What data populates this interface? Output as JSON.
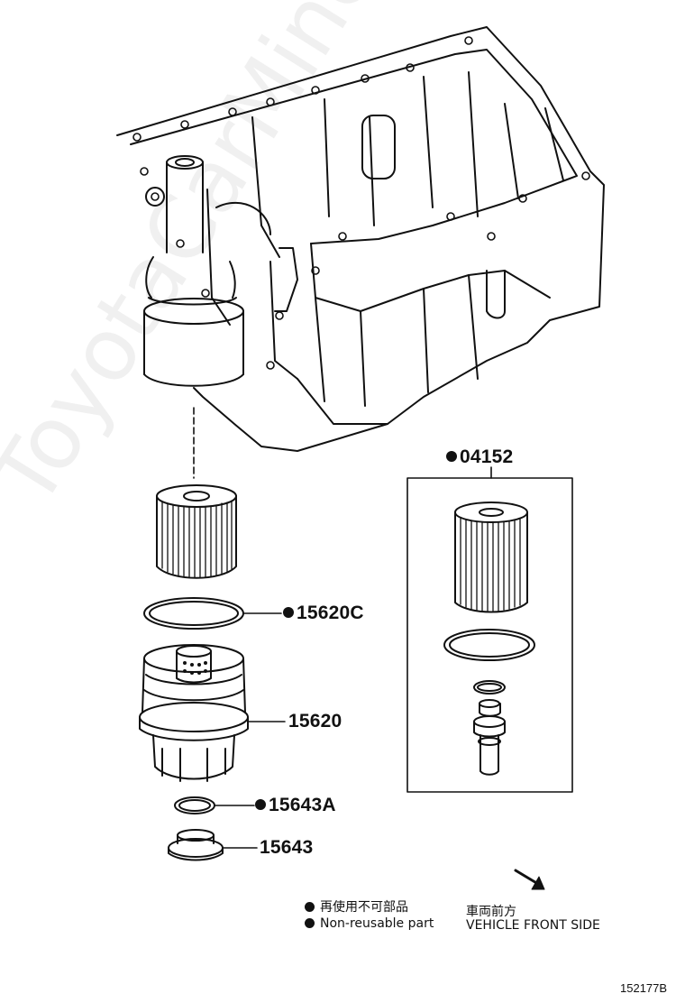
{
  "parts": {
    "p15620c": "15620C",
    "p15620": "15620",
    "p15643a": "15643A",
    "p15643": "15643",
    "p04152": "04152"
  },
  "legend": {
    "jp": "再使用不可部品",
    "en": "Non-reusable part"
  },
  "direction": {
    "jp": "車両前方",
    "en": "VEHICLE FRONT SIDE"
  },
  "diagram_code": "152177B",
  "watermark": "ToyotaCarMine.ru",
  "colors": {
    "line": "#111111",
    "background": "#ffffff"
  },
  "icons": [
    "non-reusable-dot-icon",
    "front-arrow-icon"
  ]
}
